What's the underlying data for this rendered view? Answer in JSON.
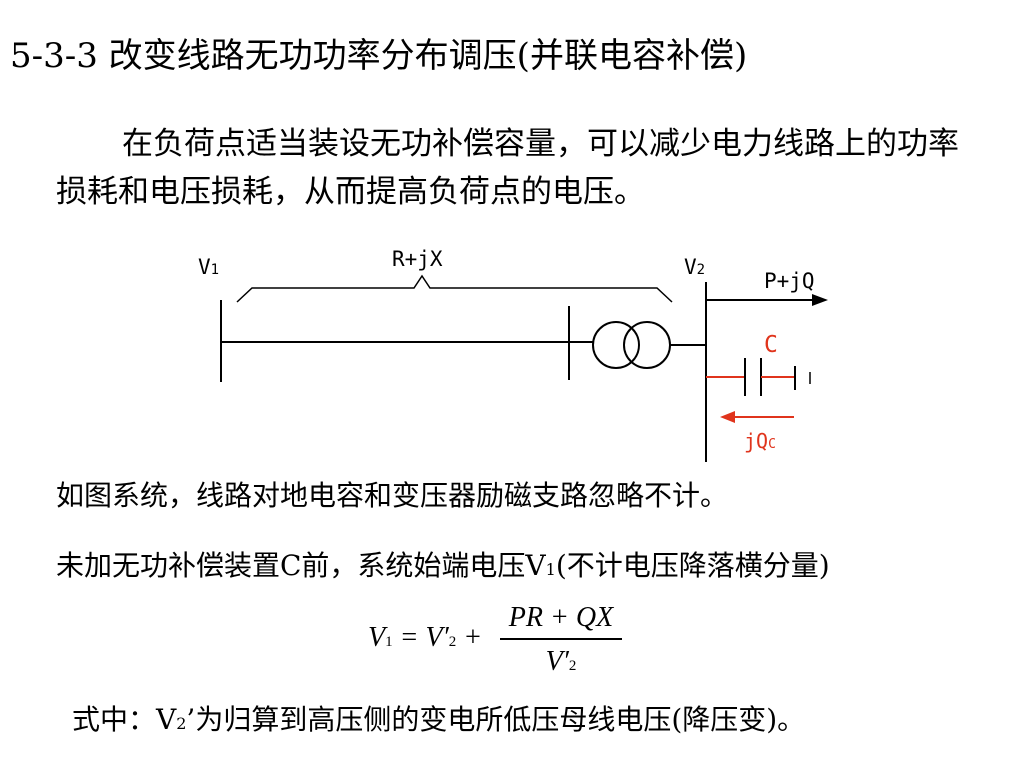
{
  "title": "5-3-3 改变线路无功功率分布调压(并联电容补偿)",
  "intro": "在负荷点适当装设无功补偿容量，可以减少电力线路上的功率损耗和电压损耗，从而提高负荷点的电压。",
  "diagram": {
    "v1": "V",
    "v1_sub": "1",
    "impedance": "R+jX",
    "v2": "V",
    "v2_sub": "2",
    "power": "P+jQ",
    "capacitor": "C",
    "jqc": "jQ",
    "jqc_sub": "C",
    "line_color": "#000000",
    "capacitor_color": "#e0341c"
  },
  "text1": "如图系统，线路对地电容和变压器励磁支路忽略不计。",
  "text2": {
    "before": "未加无功补偿装置C前，系统始端电压V",
    "sub": "1",
    "after": "(不计电压降落横分量)"
  },
  "formula": {
    "v1": "V",
    "v1_sub": "1",
    "equals_v2": "= V",
    "v2_prime_sub": "2",
    "plus": "+",
    "numerator": "PR + QX",
    "denominator": "V",
    "den_sub": "2"
  },
  "text3": {
    "before": "式中：V",
    "sub": "2",
    "after": "’为归算到高压侧的变电所低压母线电压(降压变)。"
  }
}
